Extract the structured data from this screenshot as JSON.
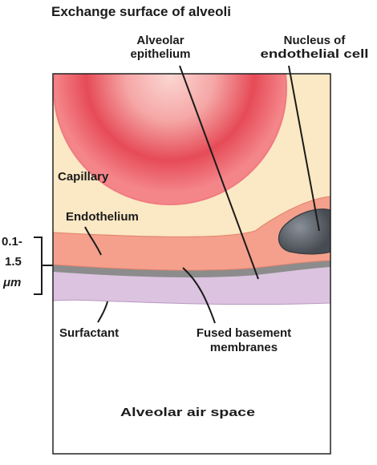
{
  "title": "Exchange surface of alveoli",
  "labels": {
    "alveolar_epithelium": [
      "Alveolar",
      "epithelium"
    ],
    "nucleus": [
      "Nucleus of",
      "endothelial cell"
    ],
    "capillary": "Capillary",
    "endothelium": "Endothelium",
    "thickness": [
      "0.1-",
      "1.5",
      "μm"
    ],
    "surfactant": "Surfactant",
    "fused_membranes": [
      "Fused basement",
      "membranes"
    ],
    "air_space": "Alveolar air space"
  },
  "colors": {
    "background": "#fffbf0",
    "capillary_fill": "#fbe8c4",
    "endothelium": "#f4a08c",
    "basement_membrane": "#8c8c8c",
    "epithelium": "#dcc3e0",
    "nucleus": "#5a5f66",
    "red_blood_cell": "#e64b57"
  }
}
